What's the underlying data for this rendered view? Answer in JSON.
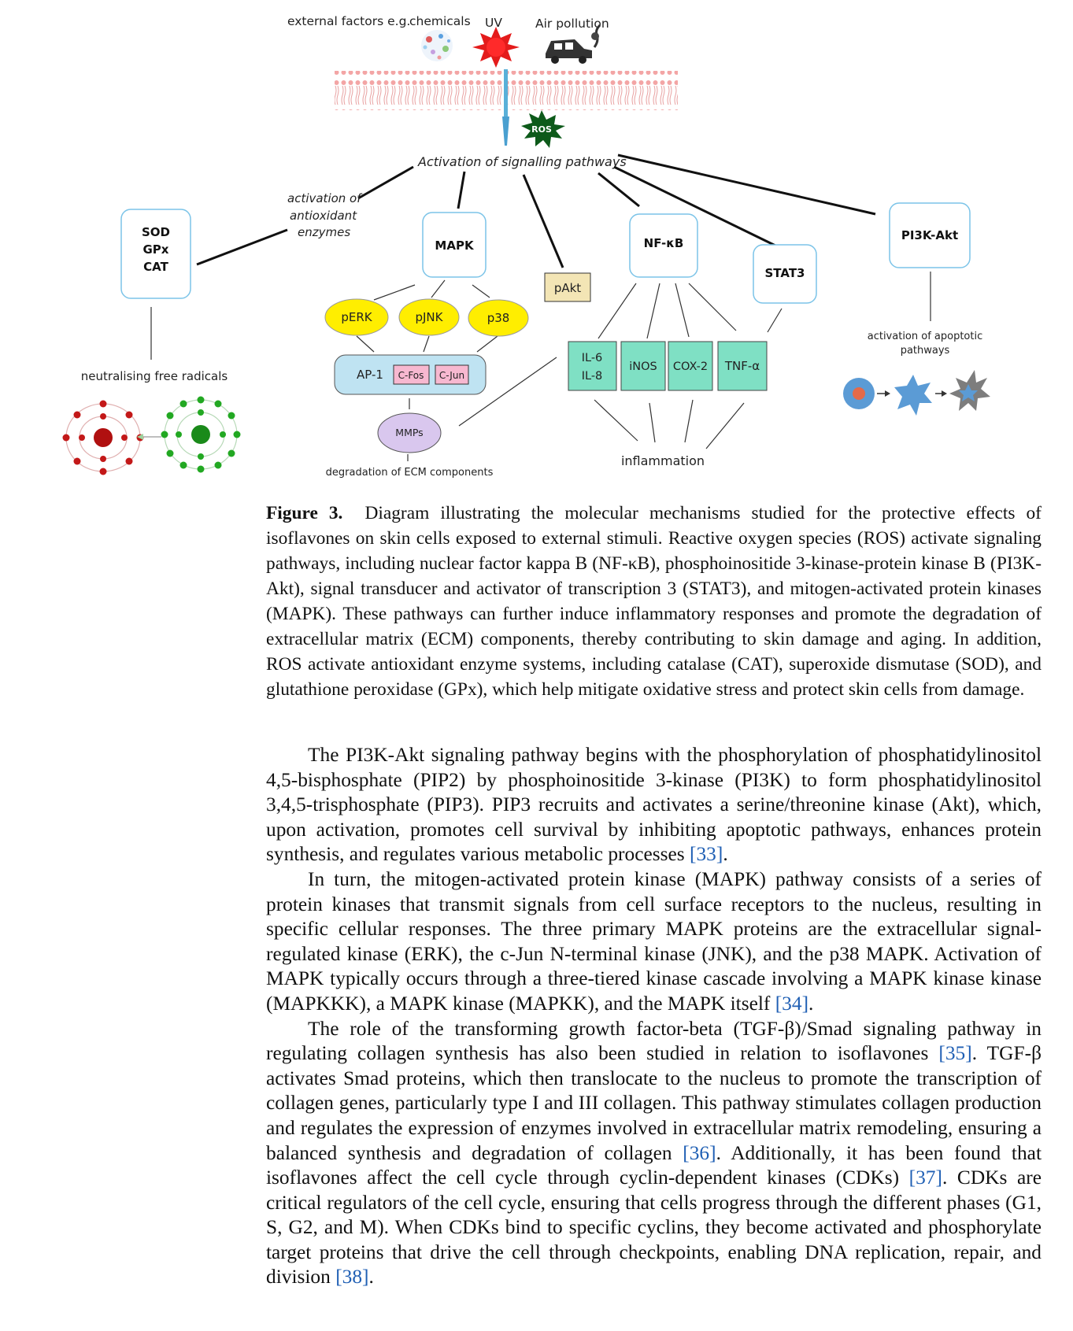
{
  "figure": {
    "external_label": "external factors e.g.",
    "chemicals_label": "chemicals",
    "uv_label": "UV",
    "air_label": "Air pollution",
    "ros_label": "ROS",
    "activation_label": "Activation of signalling pathways",
    "antioxidant_label": [
      "activation of",
      "antioxidant",
      "enzymes"
    ],
    "enzymes_box": [
      "SOD",
      "GPx",
      "CAT"
    ],
    "mapk_label": "MAPK",
    "pakt_label": "pAkt",
    "nfkb_label": "NF-κB",
    "stat3_label": "STAT3",
    "pi3k_label": "PI3K-Akt",
    "perk_label": "pERK",
    "pjnk_label": "pJNK",
    "p38_label": "p38",
    "ap1_label": "AP-1",
    "cfos_label": "C-Fos",
    "cjun_label": "C-Jun",
    "mmps_label": "MMPs",
    "ecm_label": "degradation of ECM components",
    "il_labels": [
      "IL-6",
      "IL-8"
    ],
    "inos_label": "iNOS",
    "cox2_label": "COX-2",
    "tnf_label": "TNF-α",
    "inflammation_label": "inflammation",
    "neutralising_label": "neutralising free radicals",
    "apoptotic_label": [
      "activation of apoptotic",
      "pathways"
    ],
    "colors": {
      "box_border": "#7cc4e8",
      "yellow": "#ffee00",
      "ap1_fill": "#bfe3f2",
      "pink": "#f7b8d0",
      "mmp_fill": "#d9c7ee",
      "teal": "#7fe0c4",
      "pakt_fill": "#f3e5b5"
    }
  },
  "caption": {
    "label": "Figure 3.",
    "text": "Diagram illustrating the molecular mechanisms studied for the protective effects of isoflavones on skin cells exposed to external stimuli. Reactive oxygen species (ROS) activate signaling pathways, including nuclear factor kappa B (NF-κB), phosphoinositide 3-kinase-protein kinase B (PI3K-Akt), signal transducer and activator of transcription 3 (STAT3), and mitogen-activated protein kinases (MAPK). These pathways can further induce inflammatory responses and promote the degradation of extracellular matrix (ECM) components, thereby contributing to skin damage and aging. In addition, ROS activate antioxidant enzyme systems, including catalase (CAT), superoxide dismutase (SOD), and glutathione peroxidase (GPx), which help mitigate oxidative stress and protect skin cells from damage."
  },
  "paragraphs": [
    {
      "text": "The PI3K-Akt signaling pathway begins with the phosphorylation of phosphatidylinositol 4,5-bisphosphate (PIP2) by phosphoinositide 3-kinase (PI3K) to form phosphatidylinositol 3,4,5-trisphosphate (PIP3). PIP3 recruits and activates a serine/threonine kinase (Akt), which, upon activation, promotes cell survival by inhibiting apoptotic pathways, enhances protein synthesis, and regulates various metabolic processes ",
      "ref": "[33]",
      "after": "."
    },
    {
      "text": "In turn, the mitogen-activated protein kinase (MAPK) pathway consists of a series of protein kinases that transmit signals from cell surface receptors to the nucleus, resulting in specific cellular responses. The three primary MAPK proteins are the extracellular signal-regulated kinase (ERK), the c-Jun N-terminal kinase (JNK), and the p38 MAPK. Activation of MAPK typically occurs through a three-tiered kinase cascade involving a MAPK kinase kinase (MAPKKK), a MAPK kinase (MAPKK), and the MAPK itself ",
      "ref": "[34]",
      "after": "."
    }
  ],
  "para3": {
    "t1": "The role of the transforming growth factor-beta (TGF-β)/Smad signaling pathway in regulating collagen synthesis has also been studied in relation to isoflavones ",
    "r1": "[35]",
    "t2": ". TGF-β activates Smad proteins, which then translocate to the nucleus to promote the transcription of collagen genes, particularly type I and III collagen. This pathway stimulates collagen production and regulates the expression of enzymes involved in extracellular matrix remodeling, ensuring a balanced synthesis and degradation of collagen ",
    "r2": "[36]",
    "t3": ". Additionally, it has been found that isoflavones affect the cell cycle through cyclin-dependent kinases (CDKs) ",
    "r3": "[37]",
    "t4": ". CDKs are critical regulators of the cell cycle, ensuring that cells progress through the different phases (G1, S, G2, and M). When CDKs bind to specific cyclins, they become activated and phosphorylate target proteins that drive the cell through checkpoints, enabling DNA replication, repair, and division ",
    "r4": "[38]",
    "t5": "."
  }
}
